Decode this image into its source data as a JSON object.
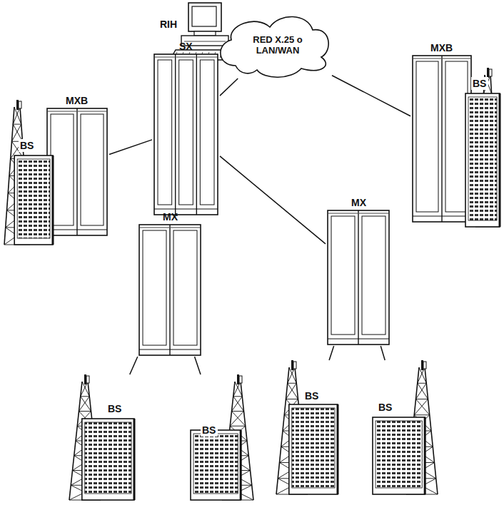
{
  "diagram": {
    "nodes": [
      {
        "text": [
          "RIH"
        ]
      },
      {
        "text": [
          "RED X.25 o LAN/WAN"
        ]
      },
      {
        "text": [
          "SX"
        ]
      },
      {
        "text": [
          "MXB"
        ]
      },
      {
        "text": [
          "BS"
        ]
      },
      {
        "text": [
          "MXB"
        ]
      },
      {
        "text": [
          "BS"
        ]
      },
      {
        "text": [
          "MX"
        ]
      },
      {
        "text": [
          "MX"
        ]
      },
      {
        "text": [
          "BS"
        ]
      },
      {
        "text": [
          "BS"
        ]
      },
      {
        "text": [
          "BS"
        ]
      },
      {
        "text": [
          "BS"
        ]
      }
    ],
    "edges": [
      {
        "from": 2,
        "to": 1,
        "arrow": "none"
      },
      {
        "from": 1,
        "to": 5,
        "arrow": "none"
      },
      {
        "from": 2,
        "to": 3,
        "arrow": "none"
      },
      {
        "from": 2,
        "to": 7,
        "arrow": "none"
      },
      {
        "from": 2,
        "to": 8,
        "arrow": "none"
      },
      {
        "from": 7,
        "to": 9,
        "arrow": "none"
      },
      {
        "from": 7,
        "to": 10,
        "arrow": "none"
      },
      {
        "from": 8,
        "to": 11,
        "arrow": "none"
      },
      {
        "from": 8,
        "to": 12,
        "arrow": "none"
      }
    ]
  }
}
